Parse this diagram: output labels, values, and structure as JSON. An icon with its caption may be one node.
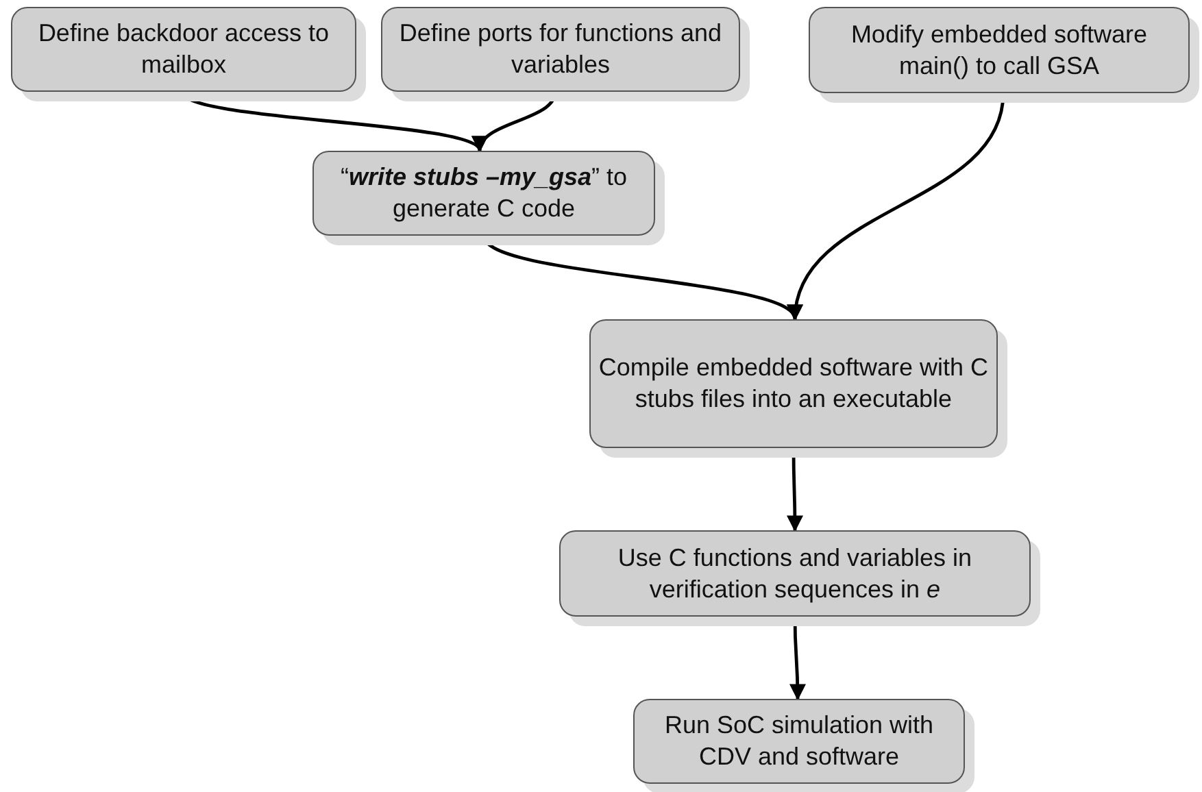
{
  "diagram": {
    "nodes": [
      {
        "text": [
          "Define backdoor access to mailbox"
        ]
      },
      {
        "text": [
          "Define ports for functions and variables"
        ]
      },
      {
        "text": [
          "Modify embedded software main() to call GSA"
        ]
      },
      {
        "text": [
          "“**write stubs –my_gsa**” to generate C code"
        ]
      },
      {
        "text": [
          "Compile embedded software with C stubs files into an executable"
        ]
      },
      {
        "text": [
          "Use C functions and variables in verification sequences in *e*"
        ]
      },
      {
        "text": [
          "Run SoC simulation with CDV and software"
        ]
      }
    ],
    "edges": [
      {
        "from": 0,
        "to": 3,
        "arrow": "to"
      },
      {
        "from": 1,
        "to": 3,
        "arrow": "to"
      },
      {
        "from": 3,
        "to": 4,
        "arrow": "to"
      },
      {
        "from": 2,
        "to": 4,
        "arrow": "to"
      },
      {
        "from": 4,
        "to": 5,
        "arrow": "to"
      },
      {
        "from": 5,
        "to": 6,
        "arrow": "to"
      }
    ]
  }
}
